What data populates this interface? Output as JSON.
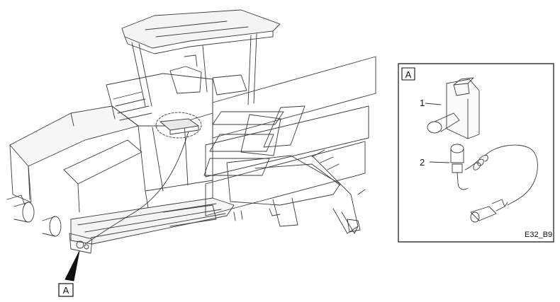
{
  "callouts": {
    "main_view_ref": "A",
    "detail_view_ref": "A"
  },
  "detail": {
    "item_1": "1",
    "item_2": "2",
    "drawing_code": "E32_B9"
  }
}
